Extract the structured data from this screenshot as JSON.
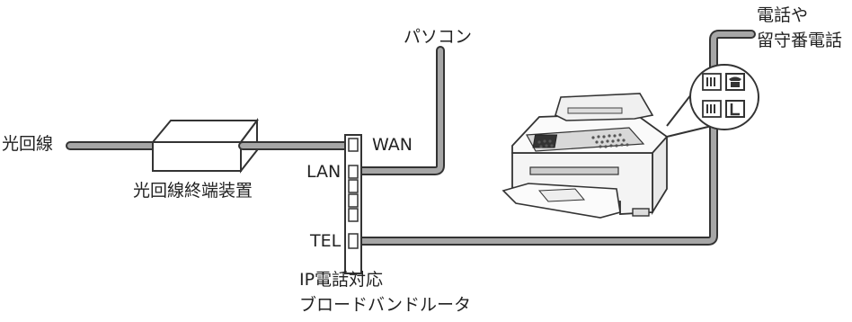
{
  "labels": {
    "optical_line": "光回線",
    "onu": "光回線終端装置",
    "pc": "パソコン",
    "phone_line1": "電話や",
    "phone_line2": "留守番電話",
    "wan": "WAN",
    "lan": "LAN",
    "tel": "TEL",
    "router_line1": "IP電話対応",
    "router_line2": "ブロードバンドルータ"
  },
  "colors": {
    "cable_fill": "#a6a6a6",
    "outline": "#333333"
  },
  "icons": [
    "telephone-icon",
    "line-l-icon"
  ]
}
